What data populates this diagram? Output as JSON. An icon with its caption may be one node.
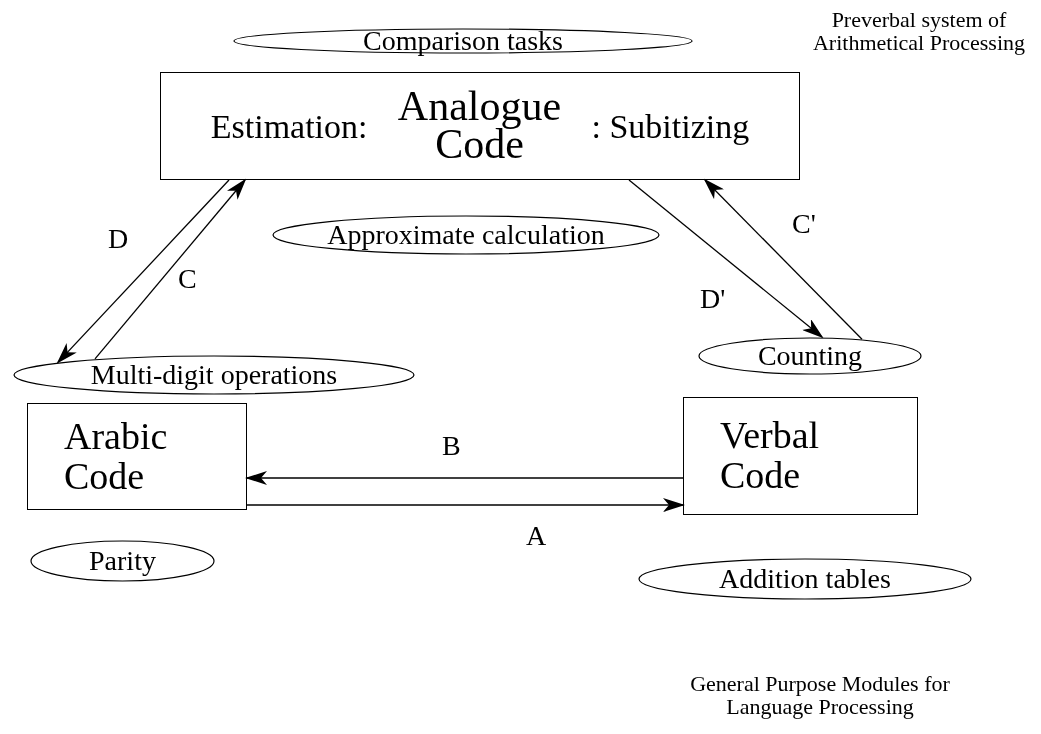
{
  "diagram": {
    "nodes": [
      {
        "text": [
          "Comparison tasks"
        ]
      },
      {
        "text": [
          "Estimation:",
          "Analogue Code",
          ": Subitizing"
        ]
      },
      {
        "text": [
          "Approximate calculation"
        ]
      },
      {
        "text": [
          "Multi-digit operations"
        ]
      },
      {
        "text": [
          "Counting"
        ]
      },
      {
        "text": [
          "Arabic Code"
        ]
      },
      {
        "text": [
          "Verbal Code"
        ]
      },
      {
        "text": [
          "Parity"
        ]
      },
      {
        "text": [
          "Addition tables"
        ]
      }
    ],
    "edges": [
      {
        "from": 1,
        "to": 3,
        "arrow": "to",
        "label": "D"
      },
      {
        "from": 3,
        "to": 1,
        "arrow": "to",
        "label": "C"
      },
      {
        "from": 4,
        "to": 1,
        "arrow": "to",
        "label": "C'"
      },
      {
        "from": 1,
        "to": 4,
        "arrow": "to",
        "label": "D'"
      },
      {
        "from": 6,
        "to": 5,
        "arrow": "to",
        "label": "B"
      },
      {
        "from": 5,
        "to": 6,
        "arrow": "to",
        "label": "A"
      }
    ],
    "labels": [
      "Preverbal system of Arithmetical Processing",
      "General Purpose Modules for Language Processing"
    ]
  }
}
